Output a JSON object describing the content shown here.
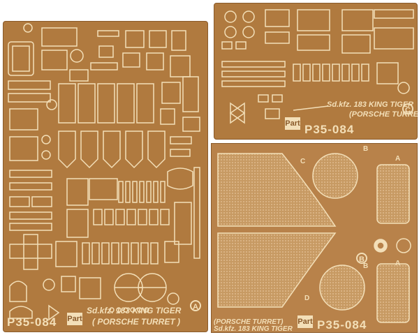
{
  "fret_a": {
    "code": "P35-084",
    "title_line1": "Sd.kfz. 183 KING TIGER",
    "title_line2": "( PORSCHE TURRET )",
    "letter": "A",
    "logo": "Part"
  },
  "fret_c": {
    "code": "P35-084",
    "title_line1": "Sd.kfz. 183 KING TIGER",
    "title_line2": "(PORSCHE TURRET)",
    "letter": "C",
    "logo": "Part"
  },
  "fret_b": {
    "code": "P35-084",
    "title_line1": "(PORSCHE TURRET)",
    "title_line2": "Sd.kfz. 183 KING TIGER",
    "letter": "B",
    "logo": "Part",
    "marks": [
      "B",
      "A",
      "C",
      "B",
      "A",
      "D"
    ]
  },
  "colors": {
    "brass": "#b07a3f",
    "brass_light": "#f3dfb8",
    "edge": "#8a5a2a",
    "background": "#ffffff"
  }
}
